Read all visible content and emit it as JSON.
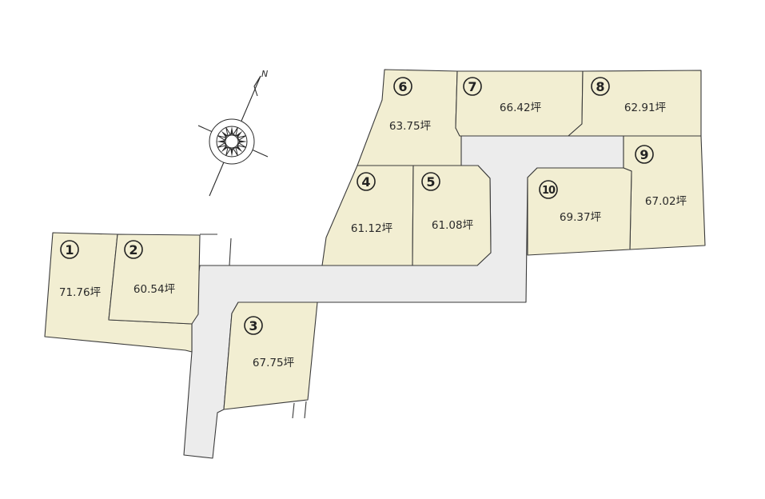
{
  "compass": {
    "north_label": "N",
    "icon": "compass-rose-icon"
  },
  "lots": [
    {
      "id": "1",
      "number": "1",
      "area": "71.76坪"
    },
    {
      "id": "2",
      "number": "2",
      "area": "60.54坪"
    },
    {
      "id": "3",
      "number": "3",
      "area": "67.75坪"
    },
    {
      "id": "4",
      "number": "4",
      "area": "61.12坪"
    },
    {
      "id": "5",
      "number": "5",
      "area": "61.08坪"
    },
    {
      "id": "6",
      "number": "6",
      "area": "63.75坪"
    },
    {
      "id": "7",
      "number": "7",
      "area": "66.42坪"
    },
    {
      "id": "8",
      "number": "8",
      "area": "62.91坪"
    },
    {
      "id": "9",
      "number": "9",
      "area": "67.02坪"
    },
    {
      "id": "10",
      "number": "10",
      "area": "69.37坪"
    }
  ],
  "colors": {
    "lot_fill": "#f2eed2",
    "road_fill": "#ececec",
    "outline": "#3a3a3a"
  }
}
